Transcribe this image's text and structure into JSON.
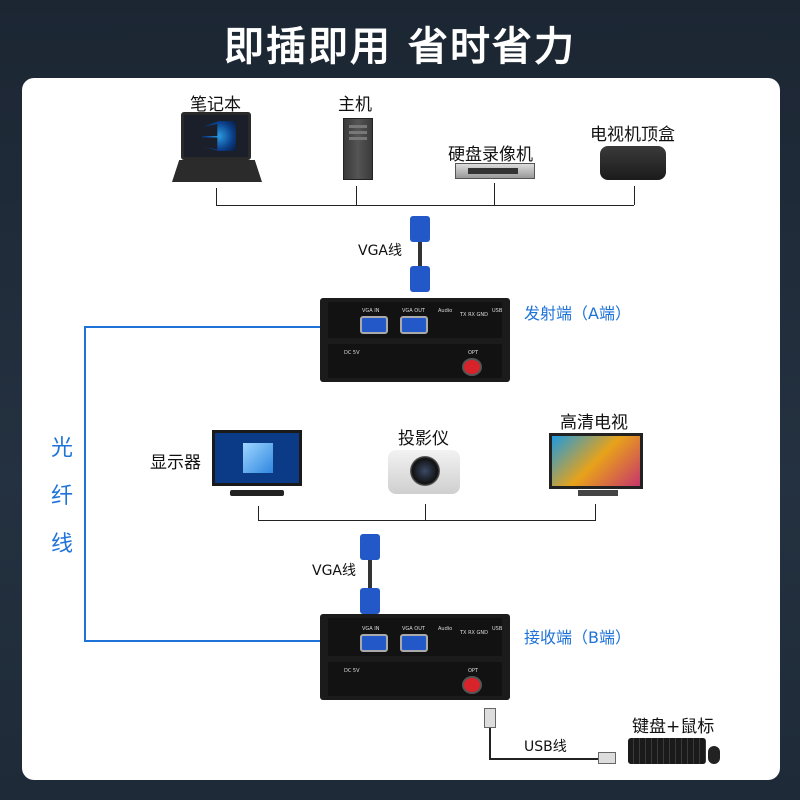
{
  "title": "即插即用 省时省力",
  "labels": {
    "laptop": "笔记本",
    "host": "主机",
    "dvr": "硬盘录像机",
    "stb": "电视机顶盒",
    "vga_top": "VGA线",
    "transmitter": "发射端（A端）",
    "fiber": [
      "光",
      "纤",
      "线"
    ],
    "monitor": "显示器",
    "projector": "投影仪",
    "hdtv": "高清电视",
    "vga_bottom": "VGA线",
    "receiver": "接收端（B端）",
    "usb": "USB线",
    "kbmouse": "键盘+鼠标"
  },
  "box_port_labels": {
    "vga_in": "VGA IN",
    "vga_out": "VGA OUT",
    "audio": "Audio",
    "txrx": "TX RX GND",
    "usb": "USB",
    "dc": "DC 5V",
    "opt": "OPT"
  },
  "colors": {
    "accent": "#1e73d8",
    "background": "#1c2633"
  }
}
